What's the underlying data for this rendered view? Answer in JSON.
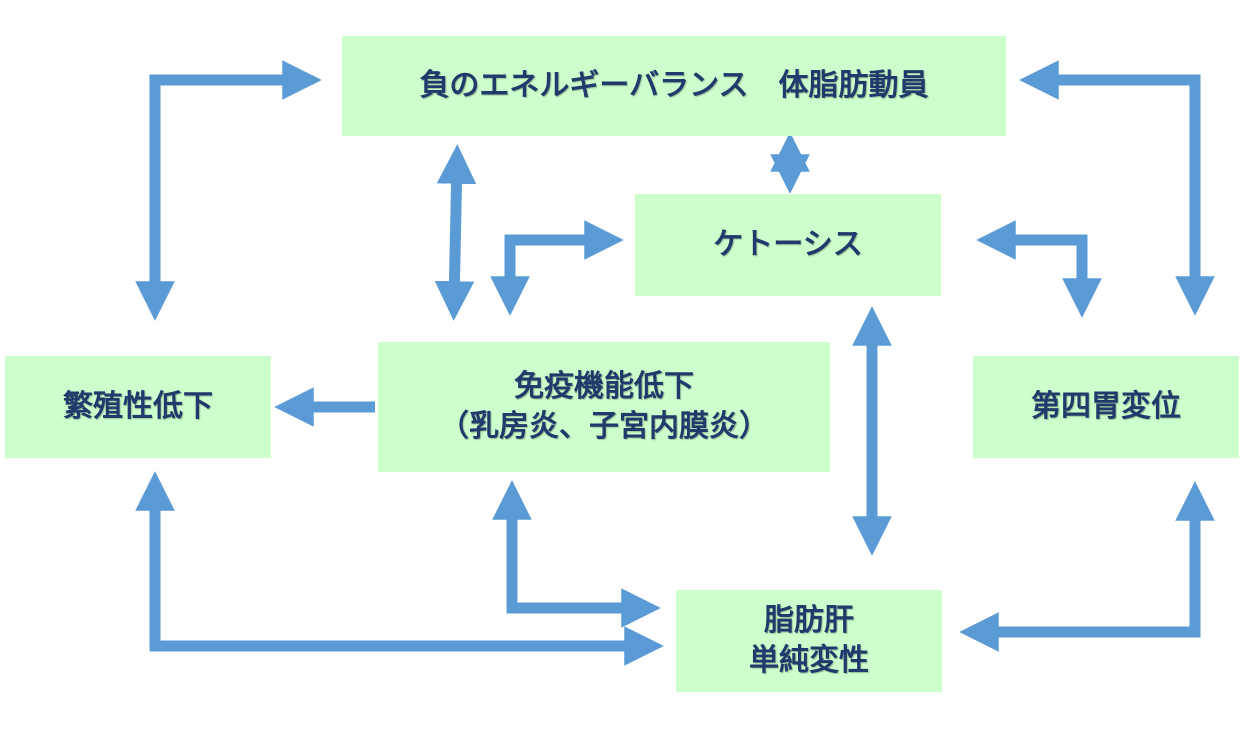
{
  "colors": {
    "box_fill": "#ccffcc",
    "text": "#1f3a6b",
    "arrow": "#5b9bd5",
    "background": "#ffffff"
  },
  "nodes": {
    "neb": {
      "lines": [
        "負のエネルギーバランス　体脂肪動員"
      ]
    },
    "ketosis": {
      "lines": [
        "ケトーシス"
      ]
    },
    "reproduction": {
      "lines": [
        "繁殖性低下"
      ]
    },
    "immune": {
      "lines": [
        "免疫機能低下",
        "（乳房炎、子宮内膜炎）"
      ]
    },
    "abomasum": {
      "lines": [
        "第四胃変位"
      ]
    },
    "liver": {
      "lines": [
        "脂肪肝",
        "単純変性"
      ]
    }
  }
}
